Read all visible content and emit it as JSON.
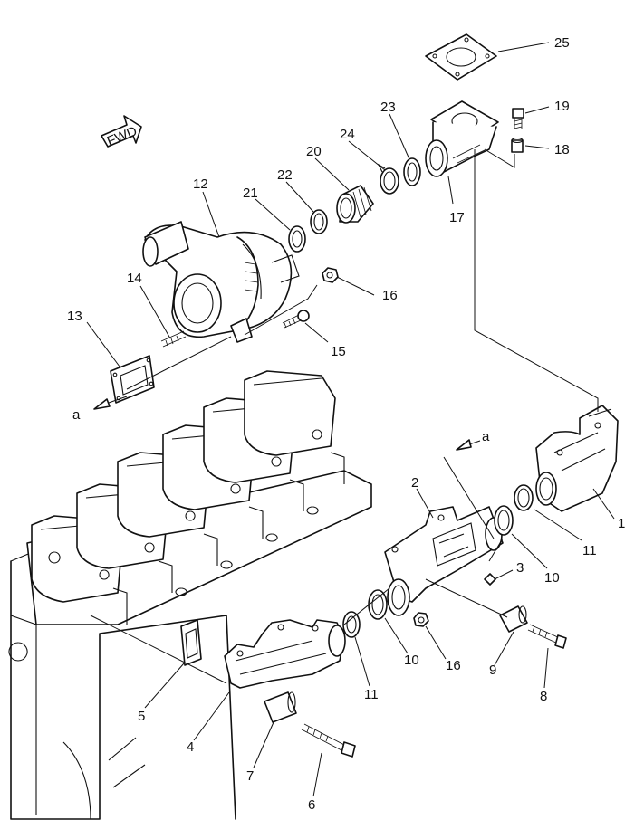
{
  "fwd_label": "FWD",
  "ref_a_left": "a",
  "ref_a_right": "a",
  "callouts": [
    "1",
    "2",
    "3",
    "4",
    "5",
    "6",
    "7",
    "8",
    "9",
    "10",
    "10",
    "11",
    "11",
    "12",
    "13",
    "14",
    "15",
    "16",
    "16",
    "17",
    "18",
    "19",
    "20",
    "21",
    "22",
    "23",
    "24",
    "25"
  ]
}
